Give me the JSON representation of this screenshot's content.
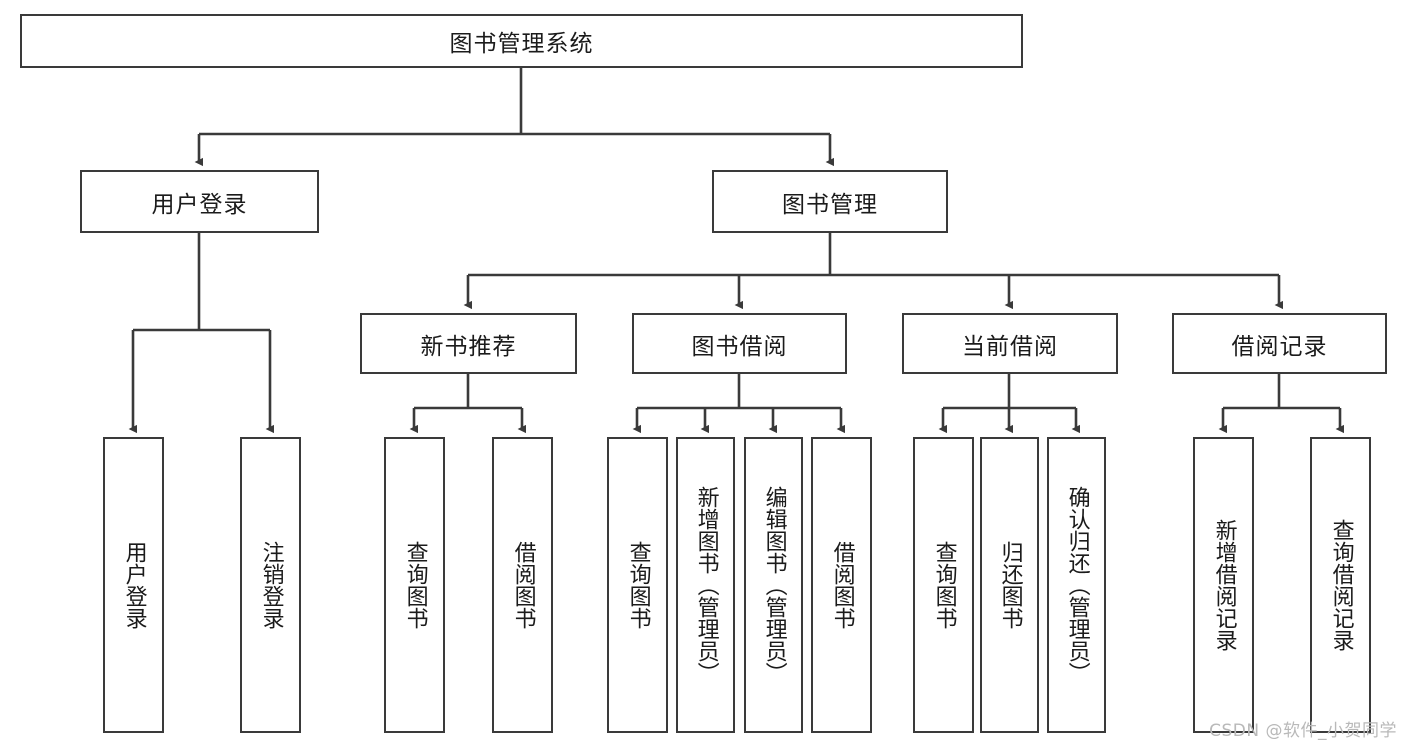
{
  "diagram": {
    "title": "图书管理系统",
    "watermark": "CSDN @软件_小贺同学",
    "colors": {
      "stroke": "#3a3a3a",
      "fill": "#ffffff",
      "text": "#1b1b1b",
      "watermark": "#b9b9b9"
    },
    "root": {
      "label": "图书管理系统"
    },
    "level2": [
      {
        "label": "用户登录"
      },
      {
        "label": "图书管理"
      }
    ],
    "level3": [
      {
        "label": "新书推荐"
      },
      {
        "label": "图书借阅"
      },
      {
        "label": "当前借阅"
      },
      {
        "label": "借阅记录"
      }
    ],
    "leaves": {
      "user_login": [
        {
          "label": "用户登录"
        },
        {
          "label": "注销登录"
        }
      ],
      "new_book": [
        {
          "label": "查询图书"
        },
        {
          "label": "借阅图书"
        }
      ],
      "borrow_book": [
        {
          "label": "查询图书"
        },
        {
          "label": "新增图书（管理员）"
        },
        {
          "label": "编辑图书（管理员）"
        },
        {
          "label": "借阅图书"
        }
      ],
      "current_borrow": [
        {
          "label": "查询图书"
        },
        {
          "label": "归还图书"
        },
        {
          "label": "确认归还（管理员）"
        }
      ],
      "borrow_record": [
        {
          "label": "新增借阅记录"
        },
        {
          "label": "查询借阅记录"
        }
      ]
    }
  }
}
